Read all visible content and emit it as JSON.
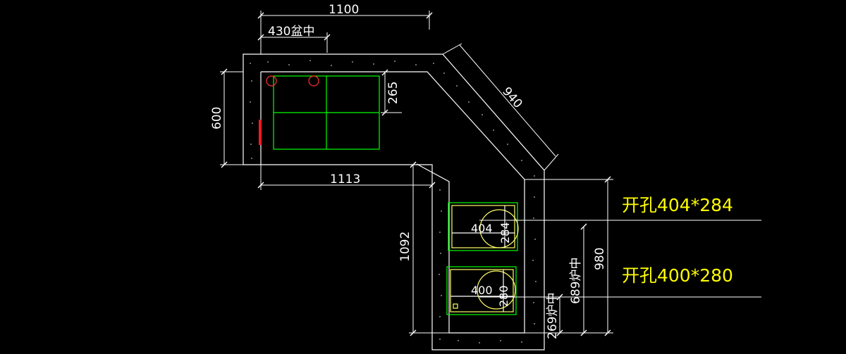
{
  "dimensions": {
    "top_length": "1100",
    "sink_center": "430盆中",
    "depth": "600",
    "sink_depth": "265",
    "diagonal": "940",
    "left_run": "1113",
    "right_run": "1092",
    "right_depth": "980",
    "burner_center_1": "689炉中",
    "burner_center_2": "269炉中"
  },
  "cutouts": {
    "cutout_1_label": "开孔404*284",
    "cutout_1_w": "404",
    "cutout_1_h": "284",
    "cutout_2_label": "开孔400*280",
    "cutout_2_w": "400",
    "cutout_2_h": "280"
  },
  "colors": {
    "background": "#000000",
    "outline": "#ffffff",
    "sink": "#00ff00",
    "drain": "#ff0000",
    "cutout_text": "#ffff00",
    "hob_inner": "#ffff66"
  }
}
